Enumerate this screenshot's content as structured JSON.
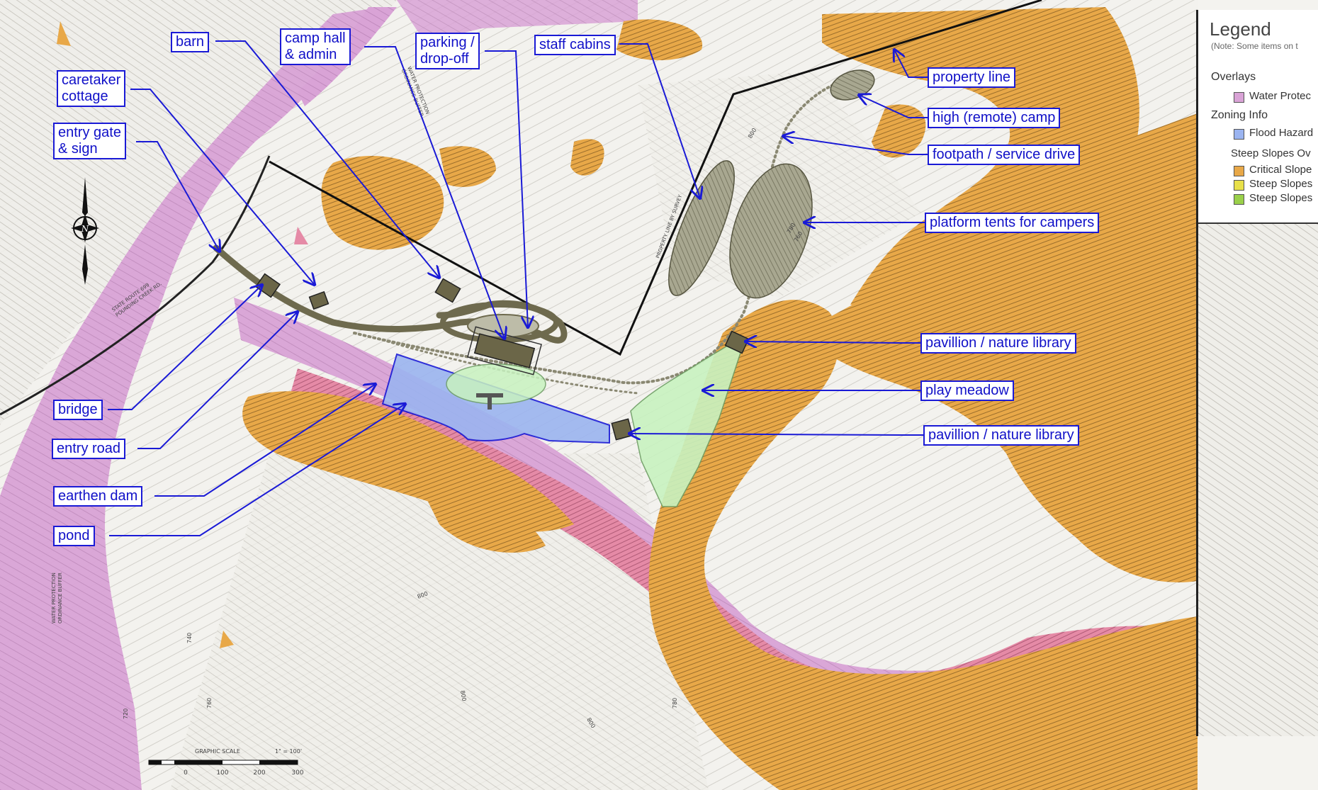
{
  "map": {
    "callouts": [
      {
        "id": "barn",
        "text": "barn"
      },
      {
        "id": "camp-hall",
        "text": "camp hall\n& admin"
      },
      {
        "id": "parking",
        "text": "parking /\ndrop-off"
      },
      {
        "id": "staff-cabins",
        "text": "staff cabins"
      },
      {
        "id": "caretaker",
        "text": "caretaker\ncottage"
      },
      {
        "id": "entry-gate",
        "text": "entry gate\n& sign"
      },
      {
        "id": "property-line",
        "text": "property line"
      },
      {
        "id": "high-camp",
        "text": "high (remote) camp"
      },
      {
        "id": "footpath",
        "text": "footpath / service drive"
      },
      {
        "id": "platform-tents",
        "text": "platform tents for campers"
      },
      {
        "id": "pavillion-1",
        "text": "pavillion / nature library"
      },
      {
        "id": "play-meadow",
        "text": "play meadow"
      },
      {
        "id": "pavillion-2",
        "text": "pavillion / nature library"
      },
      {
        "id": "bridge",
        "text": "bridge"
      },
      {
        "id": "entry-road",
        "text": "entry road"
      },
      {
        "id": "earthen-dam",
        "text": "earthen dam"
      },
      {
        "id": "pond",
        "text": "pond"
      }
    ],
    "map_labels": {
      "road": "STATE ROUTE 699\nPOUNDING CREEK RD.",
      "buffer_top": "WATER PROTECTION\nORDINANCE BUFFER",
      "buffer_left": "WATER PROTECTION\nORDINANCE BUFFER",
      "property_survey": "PROPERTY LINE BY SURVEY",
      "contours": [
        "800",
        "740",
        "760",
        "780",
        "800",
        "720",
        "780",
        "800",
        "760",
        "800"
      ]
    },
    "scale": {
      "title": "GRAPHIC SCALE",
      "ratio": "1\" = 100'",
      "ticks": [
        "0",
        "100",
        "200",
        "300"
      ]
    }
  },
  "legend": {
    "title": "Legend",
    "note": "(Note: Some items on t",
    "overlays_heading": "Overlays",
    "water": "Water Protec",
    "zoning_heading": "Zoning Info",
    "flood": "Flood Hazard",
    "steep_heading": "Steep Slopes Ov",
    "critical": "Critical Slope",
    "steep1": "Steep Slopes",
    "steep2": "Steep Slopes"
  },
  "colors": {
    "water_buffer": "#d9a3d6",
    "critical_slope": "#e8a848",
    "stream_buffer": "#e58aa6",
    "pond": "#9bb4f0",
    "meadow": "#c8f2c0",
    "tents": "#a8a790",
    "callout_border": "#1a1ad6"
  }
}
